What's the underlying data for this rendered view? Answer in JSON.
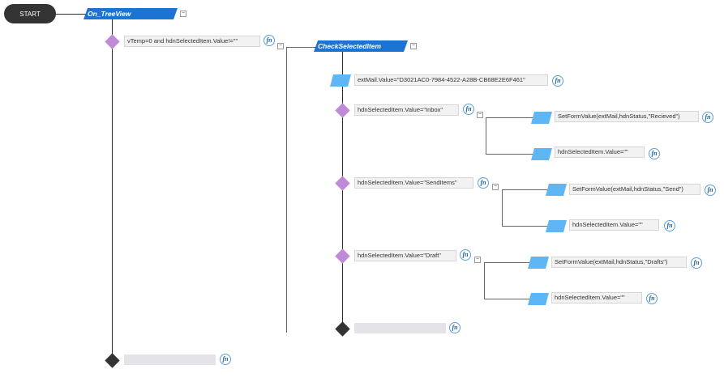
{
  "start_label": "START",
  "events": {
    "on_treeview": "On_TreeView",
    "check_selected_item": "CheckSelectedItem"
  },
  "toggle_glyph": "−",
  "fn_label": "fn",
  "conditions": {
    "vtemp": "vTemp=0 and hdnSelectedItem.Value!=\"\"",
    "inbox": "hdnSelectedItem.Value=\"Inbox\"",
    "senditems": "hdnSelectedItem.Value=\"SendItems\"",
    "draft": "hdnSelectedItem.Value=\"Draft\""
  },
  "actions": {
    "extmail": "extMail.Value=\"D3021AC0-7984-4522-A28B-CB68E2E6F461\"",
    "inbox_set": "SetFormValue(extMail,hdnStatus,\"Recieved\")",
    "inbox_clear": "hdnSelectedItem.Value=\"\"",
    "send_set": "SetFormValue(extMail,hdnStatus,\"Send\")",
    "send_clear": "hdnSelectedItem.Value=\"\"",
    "draft_set": "SetFormValue(extMail,hdnStatus,\"Drafts\")",
    "draft_clear": "hdnSelectedItem.Value=\"\""
  },
  "colors": {
    "event_banner": "#1c73d2",
    "condition_diamond": "#c08ad6",
    "action_parallelogram": "#5fb6f5",
    "end_diamond": "#333333"
  }
}
